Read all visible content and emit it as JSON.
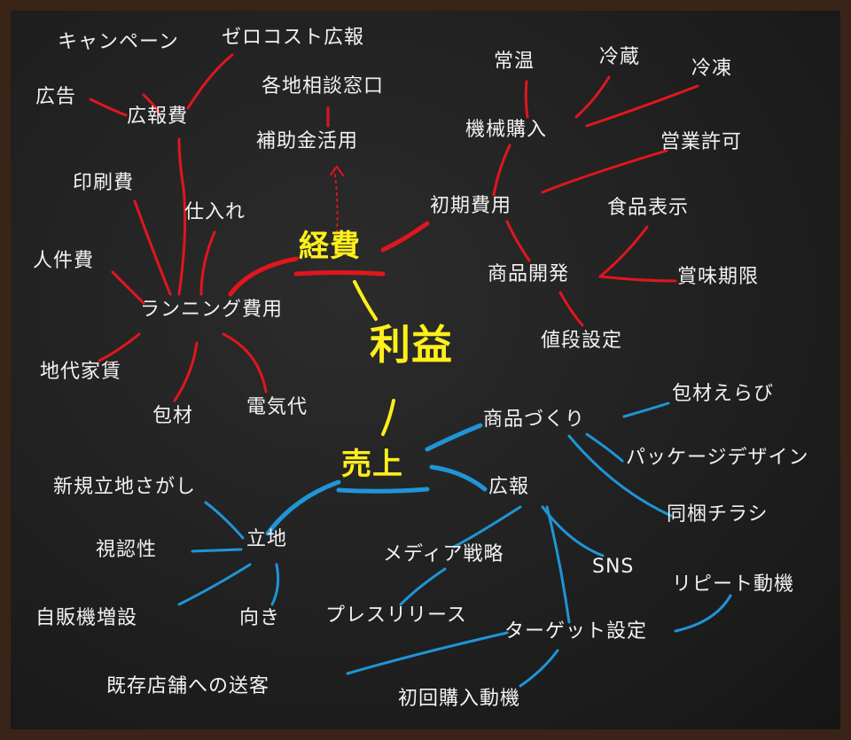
{
  "colors": {
    "board": "#1f1f1f",
    "frame": "#3a2418",
    "text": "#f2f2f2",
    "center": "#ffef1a",
    "cost_branch": "#e0161e",
    "sales_branch": "#1f95d6"
  },
  "center": "利益",
  "cost": {
    "hub": "経費",
    "initial": {
      "label": "初期費用",
      "machine": {
        "label": "機械購入",
        "children": [
          "常温",
          "冷蔵",
          "冷凍"
        ]
      },
      "permit": "営業許可",
      "product_dev": {
        "label": "商品開発",
        "children": [
          "食品表示",
          "賞味期限",
          "値段設定"
        ]
      }
    },
    "subsidy": {
      "label": "補助金活用",
      "consult": "各地相談窓口"
    },
    "running": {
      "label": "ランニング費用",
      "ad": {
        "label": "広報費",
        "children": [
          "キャンペーン",
          "ゼロコスト広報",
          "広告"
        ]
      },
      "others": [
        "印刷費",
        "人件費",
        "仕入れ",
        "地代家賃",
        "包材",
        "電気代"
      ]
    }
  },
  "sales": {
    "hub": "売上",
    "location": {
      "label": "立地",
      "children": [
        "新規立地さがし",
        "視認性",
        "自販機増設",
        "向き"
      ]
    },
    "product": {
      "label": "商品づくり",
      "children": [
        "包材えらび",
        "パッケージデザイン",
        "同梱チラシ"
      ]
    },
    "pr": {
      "label": "広報",
      "media": {
        "label": "メディア戦略",
        "press": "プレスリリース"
      },
      "sns": "SNS",
      "target": {
        "label": "ターゲット設定",
        "children": [
          "リピート動機",
          "既存店舗への送客",
          "初回購入動機"
        ]
      }
    }
  }
}
